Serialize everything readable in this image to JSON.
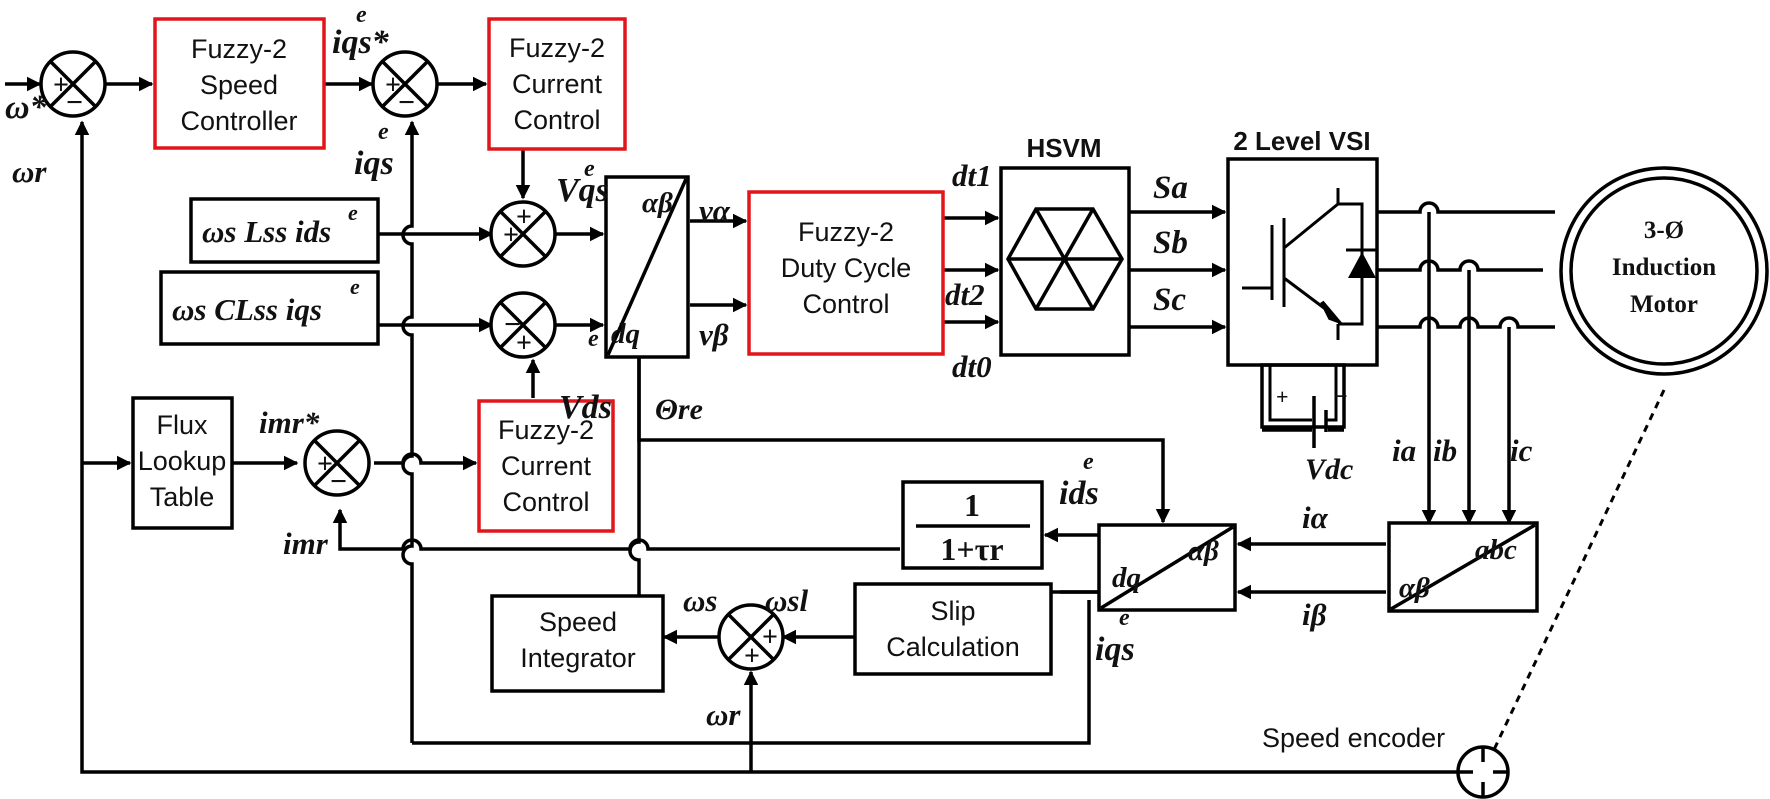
{
  "blocks": {
    "speed_controller": [
      "Fuzzy-2",
      "Speed",
      "Controller"
    ],
    "current_control_q": [
      "Fuzzy-2",
      "Current",
      "Control"
    ],
    "current_control_d": [
      "Fuzzy-2",
      "Current",
      "Control"
    ],
    "duty_cycle": [
      "Fuzzy-2",
      "Duty Cycle",
      "Control"
    ],
    "flux_lookup": [
      "Flux",
      "Lookup",
      "Table"
    ],
    "speed_integrator": [
      "Speed",
      "Integrator"
    ],
    "slip_calc": [
      "Slip",
      "Calculation"
    ],
    "hsvm_title": "HSVM",
    "vsi_title": "2 Level VSI",
    "motor": [
      "3-Ø",
      "Induction",
      "Motor"
    ],
    "lowpass_num": "1",
    "lowpass_den": "1+τr",
    "speed_encoder": "Speed encoder"
  },
  "transforms": {
    "inv_park": {
      "top": "αβ",
      "bottom": "dq"
    },
    "park": {
      "left": "dq",
      "right": "αβ"
    },
    "clarke": {
      "left": "αβ",
      "right": "abc"
    }
  },
  "signals": {
    "omega_ref": "ω*",
    "omega_r": "ωr",
    "iqs_ref": "iqs*",
    "iqs": "iqs",
    "vqs": "Vqs",
    "vds": "Vds",
    "ff_d": "ωs Lss ids",
    "ff_q": "ωs CLss iqs",
    "v_alpha": "vα",
    "v_beta": "vβ",
    "duty": [
      "dt1",
      "dt2",
      "dt0"
    ],
    "switches": [
      "Sa",
      "Sb",
      "Sc"
    ],
    "theta": "Θre",
    "imr_ref": "imr*",
    "imr": "imr",
    "ids": "ids",
    "i_alpha": "iα",
    "i_beta": "iβ",
    "phase_currents": [
      "ia",
      "ib",
      "ic"
    ],
    "vdc": "Vdc",
    "omega_s": "ωs",
    "omega_sl": "ωsl",
    "superscript_e": "e"
  },
  "summing_signs": {
    "speed_sum": [
      "+",
      "−"
    ],
    "iq_sum": [
      "+",
      "−"
    ],
    "vq_sum": [
      "+",
      "+"
    ],
    "vd_sum": [
      "−",
      "+"
    ],
    "flux_sum": [
      "+",
      "−"
    ],
    "slip_sum": [
      "+",
      "+"
    ]
  },
  "colors": {
    "fuzzy_block_border": "#e0161b",
    "line": "#000000"
  }
}
